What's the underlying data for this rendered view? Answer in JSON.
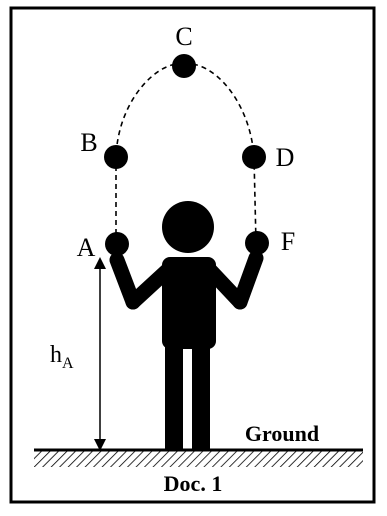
{
  "figure": {
    "caption": "Doc. 1",
    "ground_label": "Ground",
    "height_label": {
      "base": "h",
      "subscript": "A"
    },
    "positions": [
      "A",
      "B",
      "C",
      "D",
      "F"
    ]
  }
}
